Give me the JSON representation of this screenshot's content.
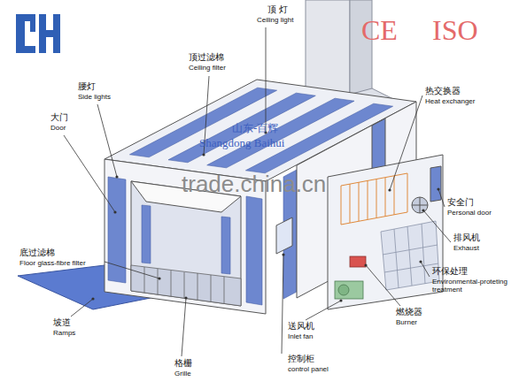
{
  "diagram": {
    "labels": [
      "CE",
      "ISO",
      "顶 灯",
      "Ceiling light",
      "顶过滤棉",
      "Ceiling filter",
      "腰灯",
      "Side lights",
      "大门",
      "Door",
      "山东-百辉",
      "Shangdong Baihui",
      "热交换器",
      "Heat exchanger",
      "trade.china.cn",
      "安全门",
      "Personal door",
      "排风机",
      "Exhaust",
      "底过滤棉",
      "Floor glass-fibre filter",
      "环保处理",
      "Environmental-proteting treatment",
      "燃烧器",
      "Burner",
      "坡道",
      "Ramps",
      "送风机",
      "Inlet fan",
      "控制柜",
      "control panel",
      "格栅",
      "Grille"
    ]
  }
}
